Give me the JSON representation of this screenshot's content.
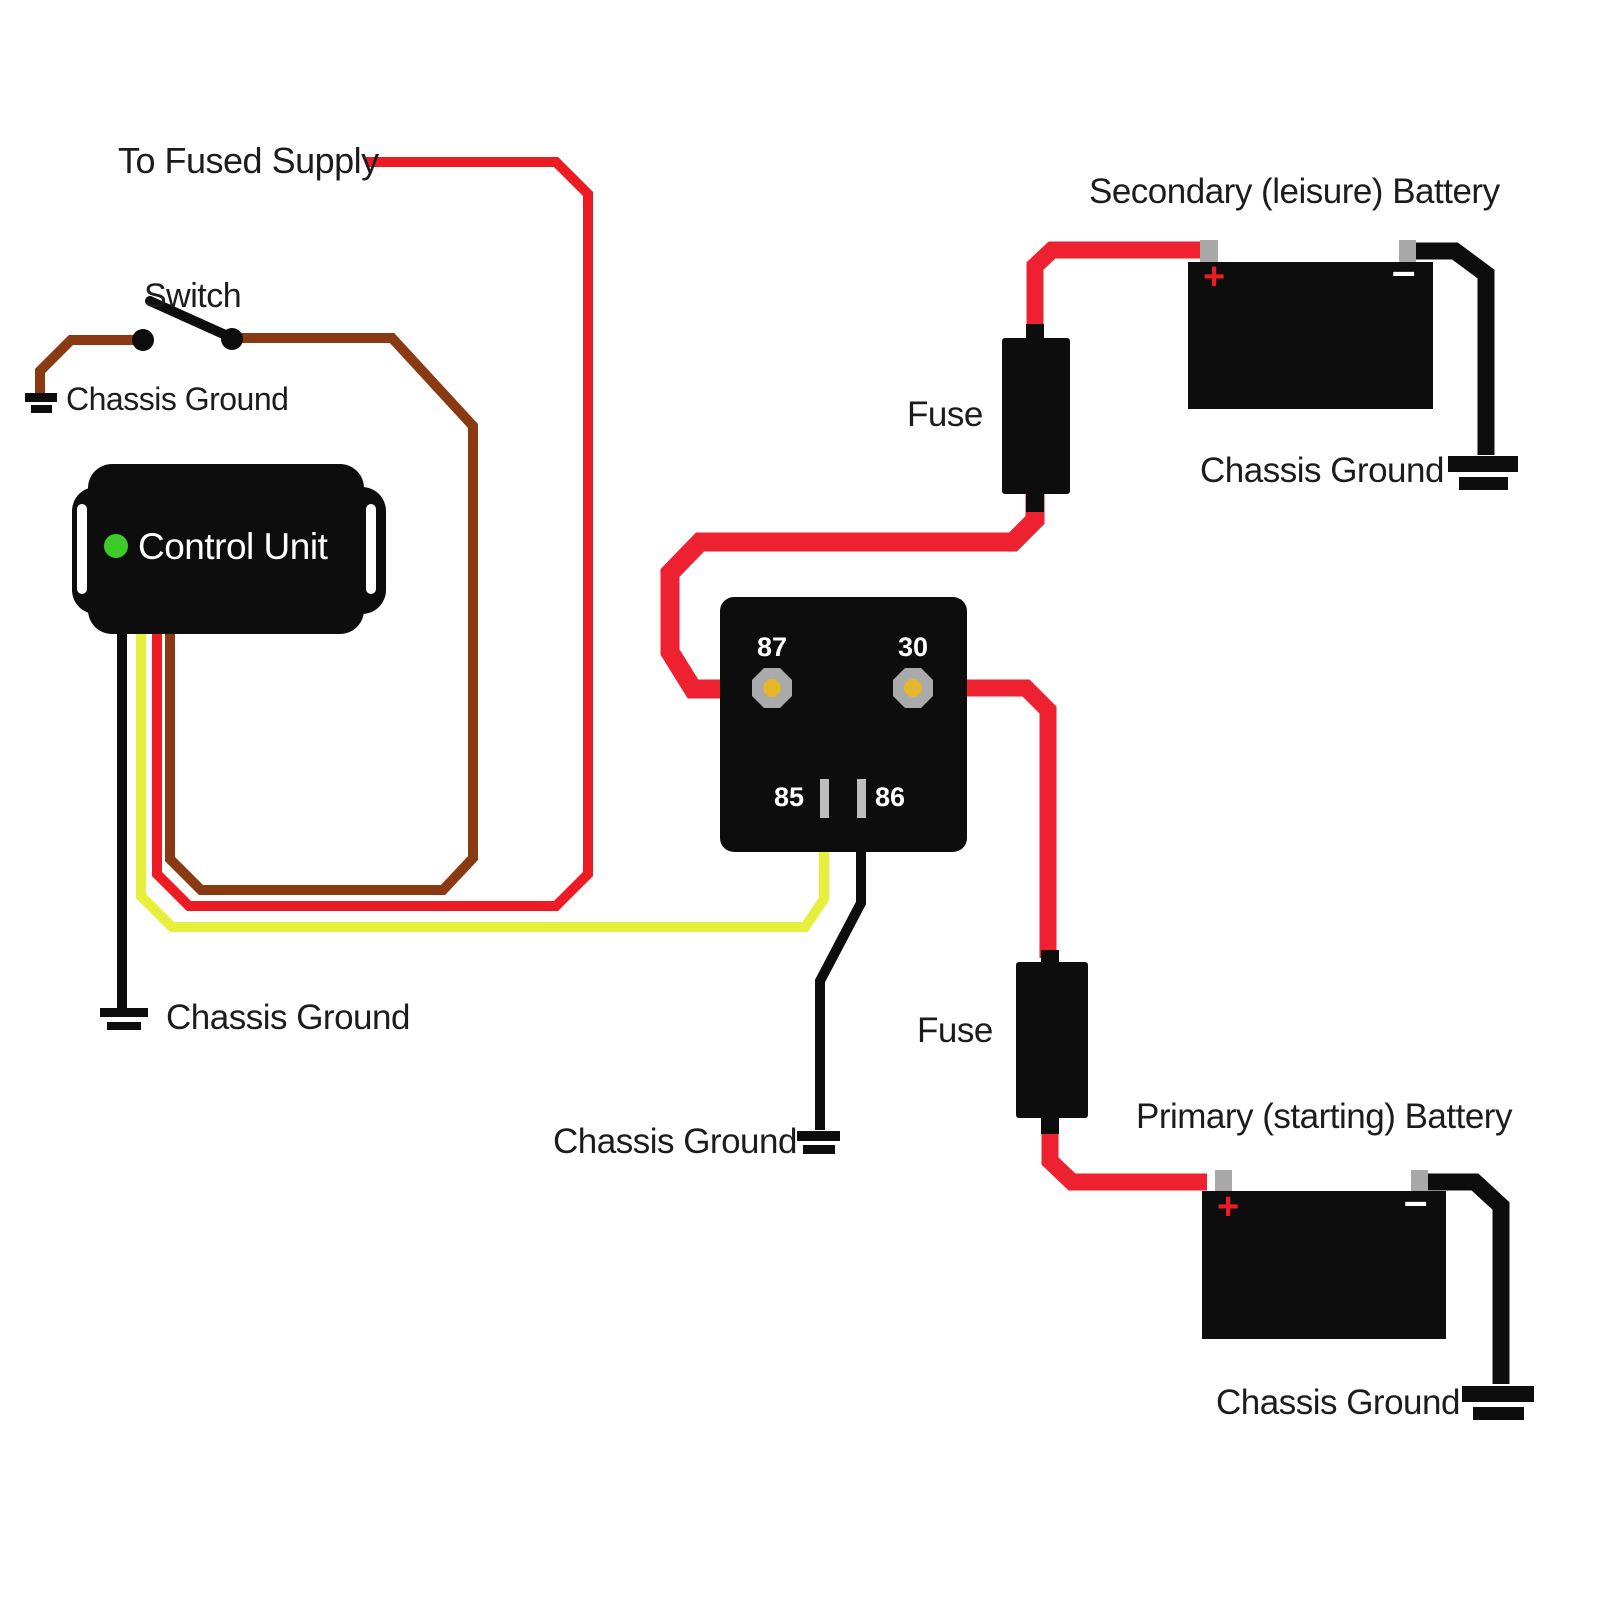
{
  "labels": {
    "to_fused_supply": "To Fused Supply",
    "switch": "Switch",
    "chassis_ground_switch": "Chassis Ground",
    "control_unit": "Control Unit",
    "chassis_ground_control": "Chassis Ground",
    "fuse_top": "Fuse",
    "fuse_bottom": "Fuse",
    "chassis_ground_relay": "Chassis Ground",
    "secondary_battery": "Secondary (leisure) Battery",
    "chassis_ground_secondary": "Chassis Ground",
    "primary_battery": "Primary (starting) Battery",
    "chassis_ground_primary": "Chassis Ground"
  },
  "relay": {
    "pin_87": "87",
    "pin_30": "30",
    "pin_85": "85",
    "pin_86": "86"
  },
  "battery": {
    "positive": "+",
    "negative": "–"
  },
  "colors": {
    "wire_red_thin": "#ed1c24",
    "wire_red_thick": "#ee2130",
    "wire_brown": "#8a3a12",
    "wire_yellow": "#e6ef39",
    "wire_black": "#0d0d0d",
    "component_black": "#0d0d0d",
    "terminal_gray": "#a9aaac",
    "terminal_gold": "#e5b62a",
    "slot_gray": "#bdbdbd",
    "battery_terminal_gray": "#a8a8a8",
    "led_green": "#3ecb2a",
    "text": "#1c1c1c"
  }
}
